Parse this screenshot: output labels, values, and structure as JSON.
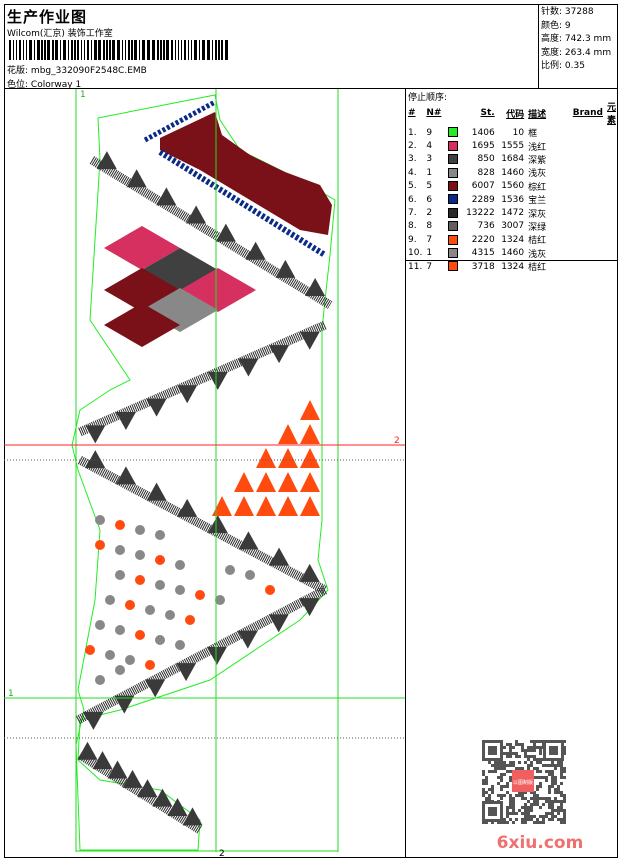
{
  "header": {
    "title": "生产作业图",
    "company": "Wilcom(汇京) 装饰工作室",
    "design_label": "花版:",
    "design_value": "mbg_332090F2548C.EMB",
    "colorway_label": "色位:",
    "colorway_value": "Colorway 1"
  },
  "stats": [
    {
      "label": "针数:",
      "value": "37288"
    },
    {
      "label": "颜色:",
      "value": "9"
    },
    {
      "label": "高度:",
      "value": "742.3 mm"
    },
    {
      "label": "宽度:",
      "value": "263.4 mm"
    },
    {
      "label": "比例:",
      "value": "0.35"
    }
  ],
  "stop_sequence": {
    "title": "停止顺序:",
    "columns": [
      "#",
      "N#",
      "St.",
      "代码",
      "描述",
      "Brand",
      "元素"
    ],
    "rows": [
      {
        "idx": "1.",
        "n": "9",
        "color": "#22ee22",
        "st": "1406",
        "code": "10",
        "desc": "框"
      },
      {
        "idx": "2.",
        "n": "4",
        "color": "#d63060",
        "st": "1695",
        "code": "1555",
        "desc": "浅红"
      },
      {
        "idx": "3.",
        "n": "3",
        "color": "#404040",
        "st": "850",
        "code": "1684",
        "desc": "深紫"
      },
      {
        "idx": "4.",
        "n": "1",
        "color": "#888888",
        "st": "828",
        "code": "1460",
        "desc": "浅灰"
      },
      {
        "idx": "5.",
        "n": "5",
        "color": "#7a1018",
        "st": "6007",
        "code": "1560",
        "desc": "棕红"
      },
      {
        "idx": "6.",
        "n": "6",
        "color": "#0a2a88",
        "st": "2289",
        "code": "1536",
        "desc": "宝兰"
      },
      {
        "idx": "7.",
        "n": "2",
        "color": "#2a2a2a",
        "st": "13222",
        "code": "1472",
        "desc": "深灰"
      },
      {
        "idx": "8.",
        "n": "8",
        "color": "#606060",
        "st": "736",
        "code": "3007",
        "desc": "深绿"
      },
      {
        "idx": "9.",
        "n": "7",
        "color": "#ff4a10",
        "st": "2220",
        "code": "1324",
        "desc": "桔红"
      },
      {
        "idx": "10.",
        "n": "1",
        "color": "#888888",
        "st": "4315",
        "code": "1460",
        "desc": "浅灰"
      },
      {
        "idx": "11.",
        "n": "7",
        "color": "#ff4a10",
        "st": "3718",
        "code": "1324",
        "desc": "桔红"
      }
    ]
  },
  "guides": {
    "v1": "1",
    "h2": "2",
    "h1": "1",
    "v2": "2"
  },
  "watermark": {
    "site": "6xiu.com",
    "stamp": "以图制版"
  }
}
